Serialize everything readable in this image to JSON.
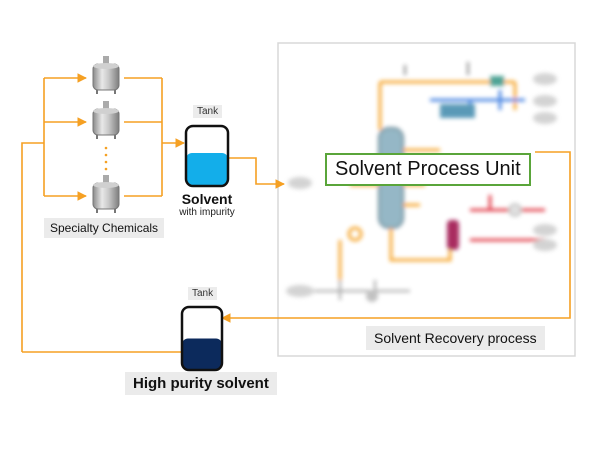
{
  "labels": {
    "specialty_chemicals": "Specialty Chemicals",
    "tank_top": "Tank",
    "solvent": "Solvent",
    "solvent_sub": "with impurity",
    "unit": "Solvent Process Unit",
    "recovery": "Solvent Recovery process",
    "tank_bottom": "Tank",
    "high_purity": "High purity solvent"
  },
  "colors": {
    "flow_line": "#f5a023",
    "solvent_fill": "#13aeea",
    "high_purity_fill": "#0c2a5c",
    "unit_border": "#5aa53a",
    "label_bg": "#ebebeb",
    "panel_border": "#d8d8d8"
  },
  "icons": {
    "reactor": "reactor-vessel-icon",
    "tank": "tank-icon"
  },
  "levels": {
    "solvent_tank_fill": 0.55,
    "high_purity_tank_fill": 0.5
  }
}
